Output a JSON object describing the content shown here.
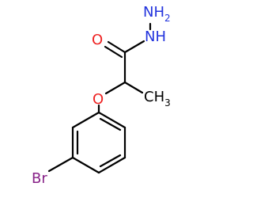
{
  "molecule": {
    "atoms": {
      "nh2": {
        "main": "NH",
        "sub": "2",
        "color": "#2233dd"
      },
      "nh": {
        "text": "NH",
        "color": "#2233dd"
      },
      "carbonyl_o": {
        "text": "O",
        "color": "#ee2222"
      },
      "ether_o": {
        "text": "O",
        "color": "#ee2222"
      },
      "methyl": {
        "main": "CH",
        "sub": "3",
        "color": "#000000"
      },
      "br": {
        "text": "Br",
        "color": "#882288"
      }
    },
    "bond_color": "#000000"
  }
}
